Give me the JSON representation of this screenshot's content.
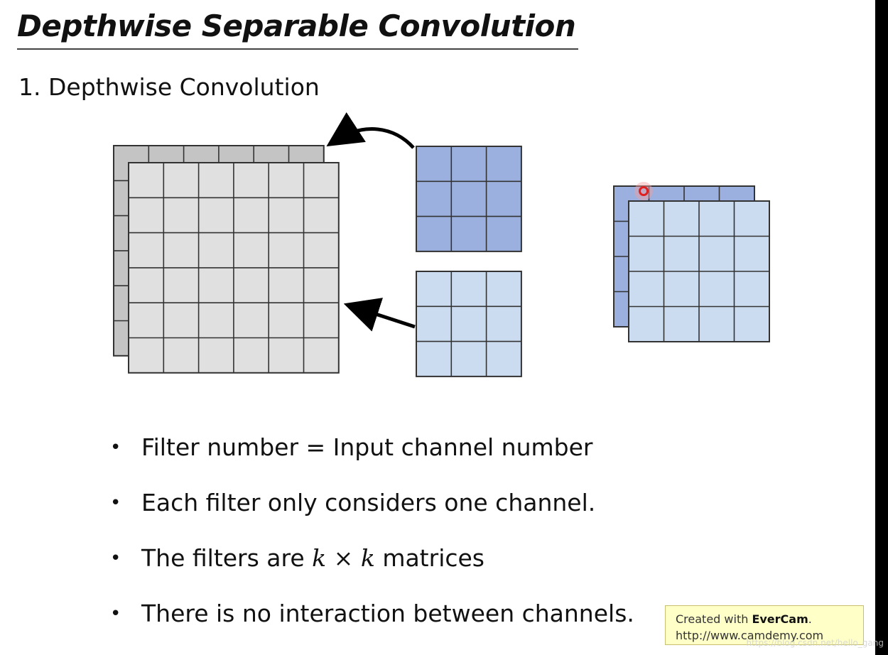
{
  "slide": {
    "title": "Depthwise Separable Convolution",
    "subtitle": "1. Depthwise Convolution",
    "bullets": [
      {
        "text": "Filter number = Input channel number"
      },
      {
        "text": "Each filter only considers one channel."
      },
      {
        "prefix": "The filters are ",
        "var1": "k",
        "op": "×",
        "var2": "k",
        "suffix": " matrices"
      },
      {
        "text": "There is no interaction between channels."
      }
    ]
  },
  "colors": {
    "input_front": "#e0e0e0",
    "input_back": "#c4c4c4",
    "filter_dark": "#9bb0de",
    "filter_light": "#ccdcf0",
    "grid_line": "#333333",
    "cursor": "#e02020"
  },
  "badge": {
    "line1_prefix": "Created with ",
    "line1_brand": "EverCam",
    "line1_suffix": ".",
    "line2": "http://www.camdemy.com"
  },
  "watermark": "https://blog.csdn.net/hello_gang"
}
